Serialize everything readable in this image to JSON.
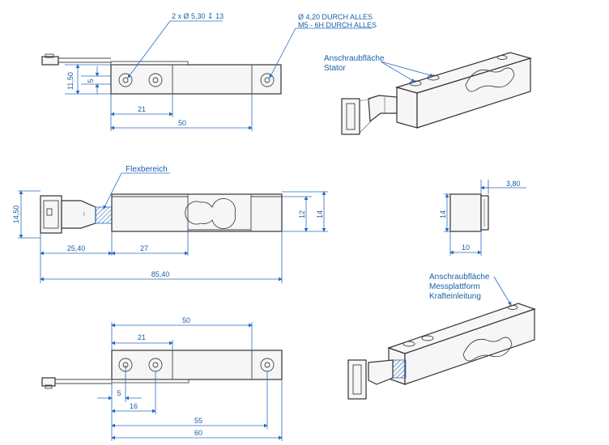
{
  "annotations": {
    "holes_note": "2 x Ø 5,30 ↧ 13",
    "through_line1": "Ø 4,20 DURCH ALLES",
    "through_line2": "M5 - 6H DURCH ALLES",
    "stator_line1": "Anschraubfläche",
    "stator_line2": "Stator",
    "flex": "Flexbereich",
    "mp_line1": "Anschraubfläche",
    "mp_line2": "Messplattform",
    "mp_line3": "Krafteinleitung"
  },
  "dims": {
    "top_11_50": "11,50",
    "top_5": "5",
    "top_21": "21",
    "top_50": "50",
    "mid_14_50": "14,50",
    "mid_25_40": "25,40",
    "mid_27": "27",
    "mid_85_40": "85,40",
    "mid_12": "12",
    "mid_14": "14",
    "side_3_80": "3,80",
    "side_14": "14",
    "side_10": "10",
    "bot_50": "50",
    "bot_21": "21",
    "bot_5": "5",
    "bot_16": "16",
    "bot_55": "55",
    "bot_60": "60"
  },
  "colors": {
    "dimension": "#1a5fa8",
    "outline": "#333333"
  }
}
